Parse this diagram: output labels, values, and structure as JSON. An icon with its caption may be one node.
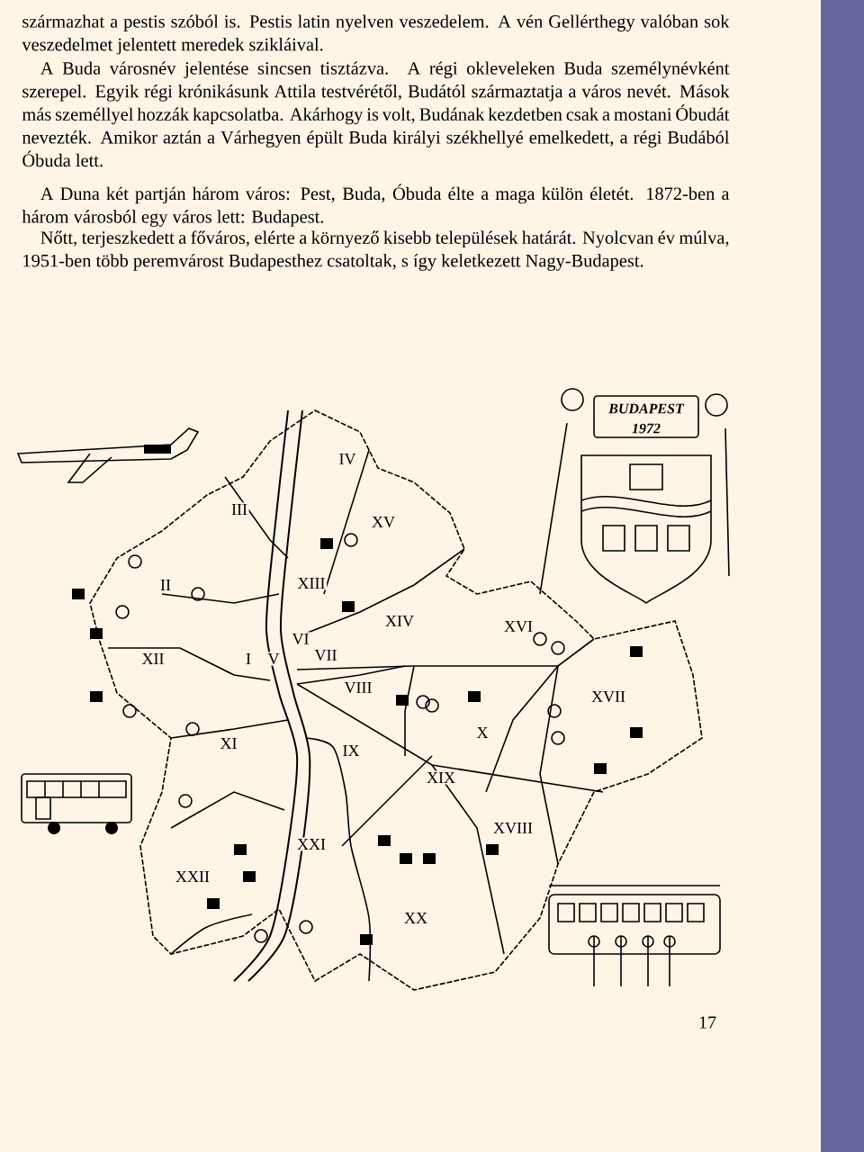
{
  "diagram": {
    "labels": [
      "származhat a pestis szóból is. Pestis latin nyelven veszedelem. A vén Gellérthegy valóban sok veszedelmet jelentett meredek szikláival.",
      "A Buda városnév jelentése sincsen tisztázva. A régi okleveleken Buda személynévként szerepel. Egyik régi krónikásunk Attila testvérétől, Budától származtatja a város nevét. Mások más személlyel hozzák kapcsolatba. Akárhogy is volt, Budának kezdetben csak a mostani Óbudát nevezték. Amikor aztán a Várhegyen épült Buda királyi székhellyé emelkedett, a régi Budából Óbuda lett.",
      "A Duna két partján három város: Pest, Buda, Óbuda élte a maga külön életét. 1872-ben a három városból egy város lett: Budapest.",
      "Nőtt, terjeszkedett a főváros, elérte a környező kisebb települések határát. Nyolcvan év múlva, 1951-ben több peremvárost Budapesthez csatoltak, s így keletkezett Nagy-Budapest.",
      "BUDAPEST",
      "1972",
      "IV",
      "III",
      "XV",
      "II",
      "XIII",
      "XIV",
      "XVI",
      "VI",
      "XII",
      "I",
      "V",
      "VII",
      "VIII",
      "XVII",
      "X",
      "XI",
      "IX",
      "XIX",
      "XVIII",
      "XXI",
      "XXII",
      "XX",
      "17"
    ]
  }
}
